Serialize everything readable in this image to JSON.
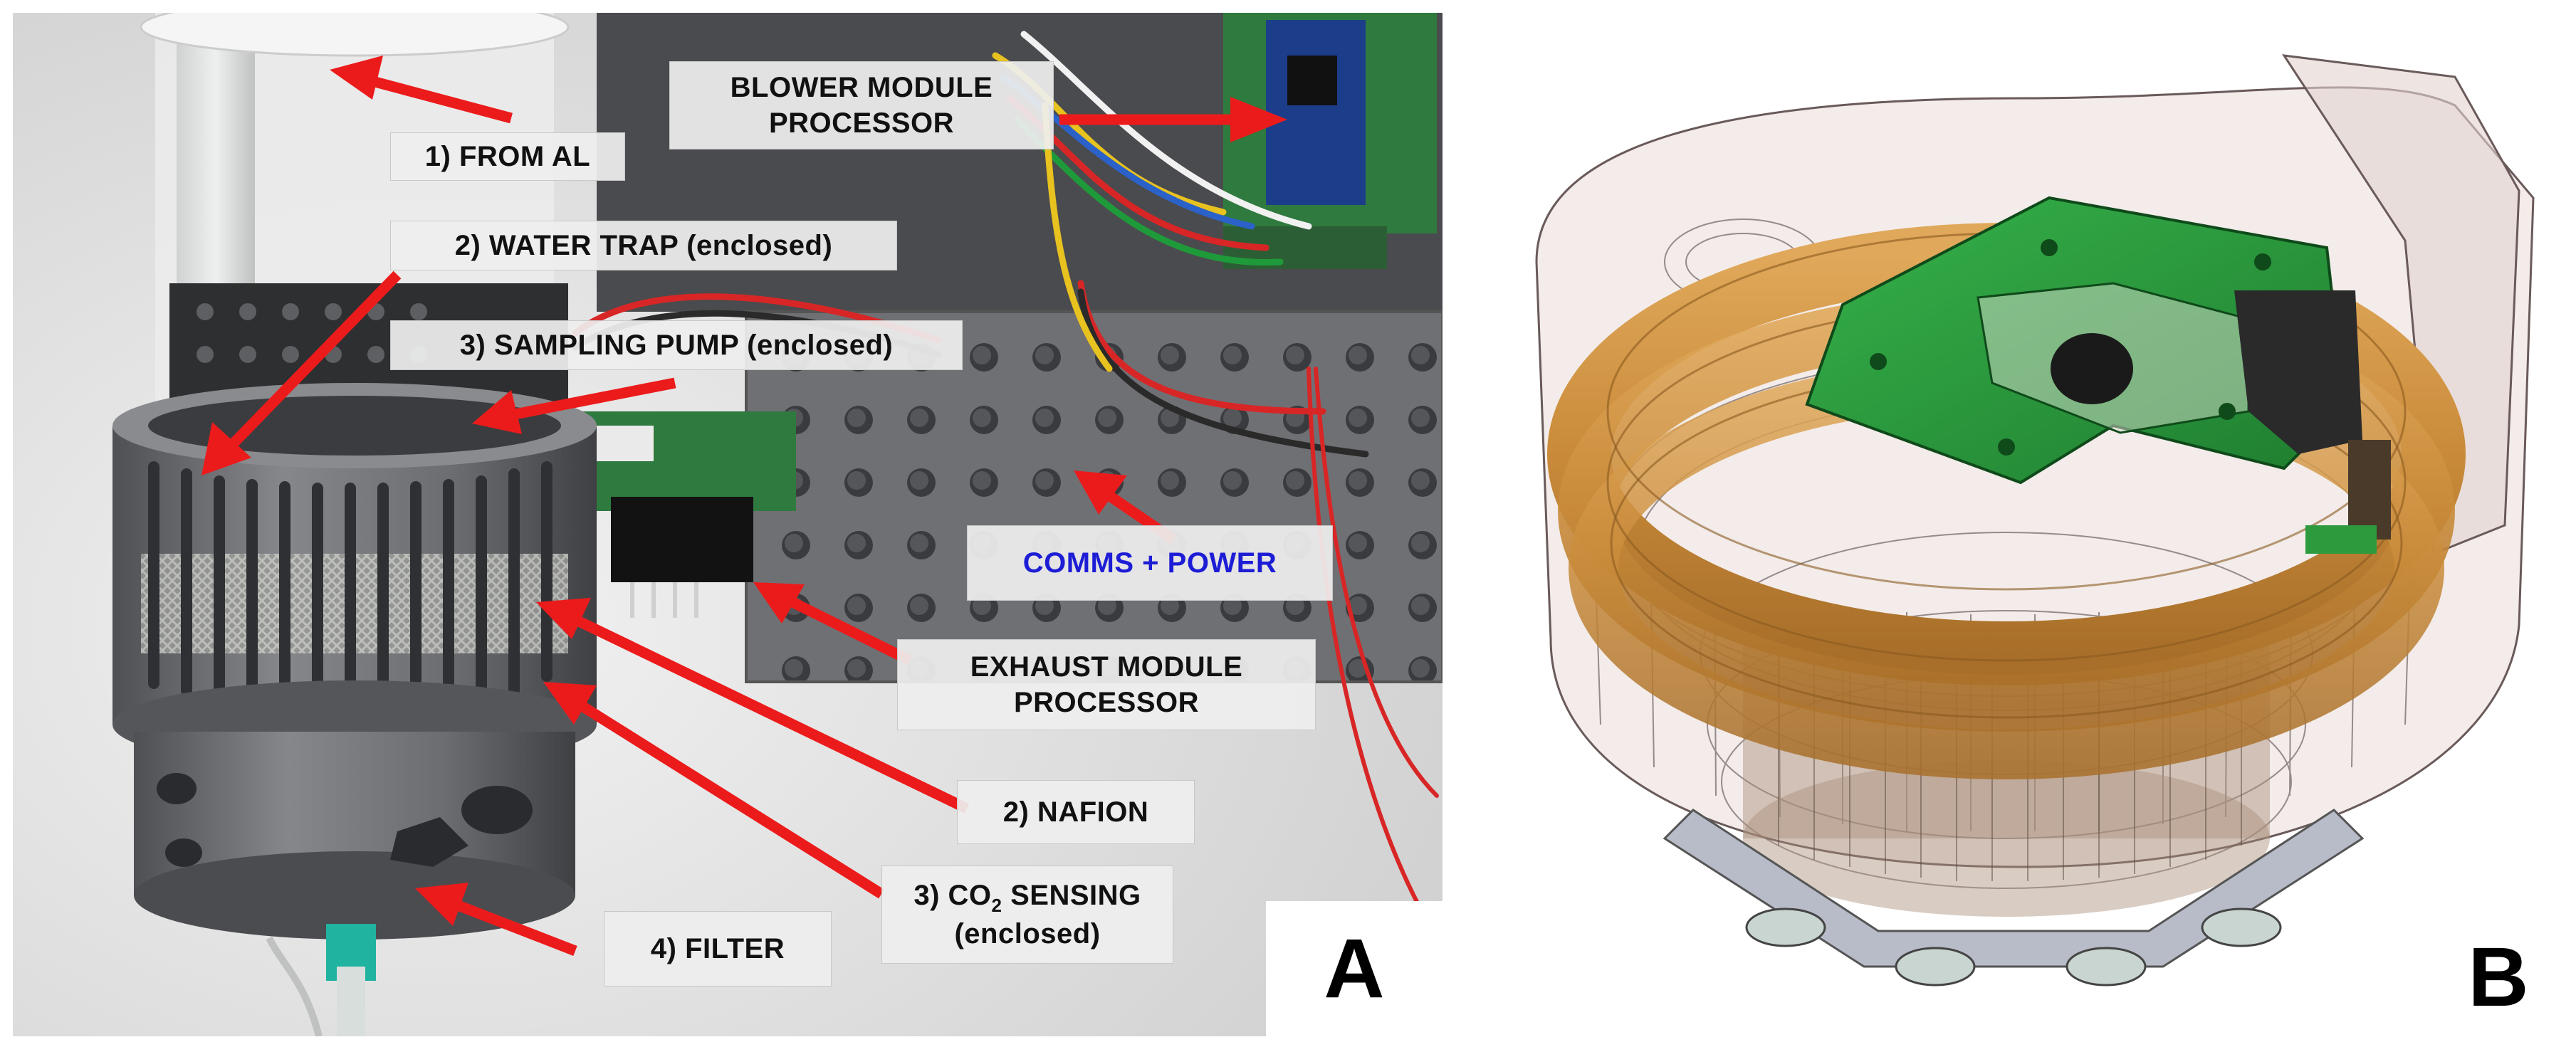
{
  "panel_a": {
    "letter": "A",
    "labels": {
      "from_al": "1) FROM AL",
      "blower_processor": [
        "BLOWER MODULE",
        "PROCESSOR"
      ],
      "water_trap": "2) WATER TRAP (enclosed)",
      "sampling_pump": "3) SAMPLING PUMP (enclosed)",
      "comms_power": "COMMS + POWER",
      "exhaust_processor": [
        "EXHAUST MODULE",
        "PROCESSOR"
      ],
      "nafion": "2) NAFION",
      "co2_prefix": "3) CO",
      "co2_subscript": "2",
      "co2_suffix": " SENSING",
      "co2_enclosed": "(enclosed)",
      "filter": "4) FILTER"
    },
    "colors": {
      "arrow": "#ec1b1b",
      "comms_text": "#1d1dd6",
      "enclosure": "#6d6e72",
      "pcb_green": "#2f7a3e"
    }
  },
  "panel_b": {
    "letter": "B",
    "colors": {
      "ring": "#c98b3a",
      "pcb": "#2d9a3e",
      "housing_outline": "#5a4a4a"
    }
  }
}
